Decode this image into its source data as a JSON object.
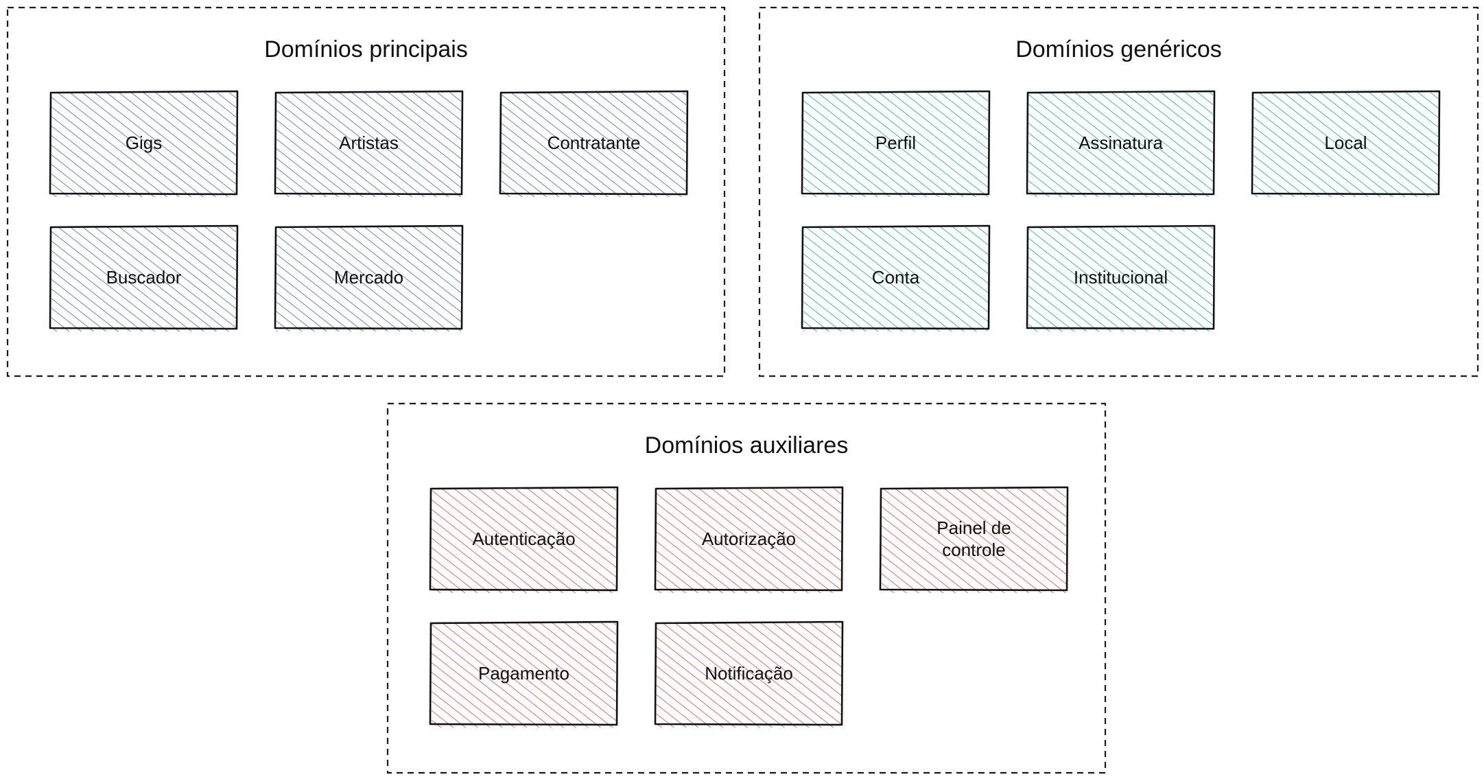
{
  "groups": [
    {
      "id": "principais",
      "title": "Domínios principais",
      "color": "#4c5fd7",
      "items": [
        "Gigs",
        "Artistas",
        "Contratante",
        "Buscador",
        "Mercado"
      ]
    },
    {
      "id": "genericos",
      "title": "Domínios genéricos",
      "color": "#12a89d",
      "items": [
        "Perfil",
        "Assinatura",
        "Local",
        "Conta",
        "Institucional"
      ]
    },
    {
      "id": "auxiliares",
      "title": "Domínios auxiliares",
      "color": "#e8474c",
      "items": [
        "Autenticação",
        "Autorização",
        "Painel de\ncontrole",
        "Pagamento",
        "Notificação"
      ]
    }
  ]
}
